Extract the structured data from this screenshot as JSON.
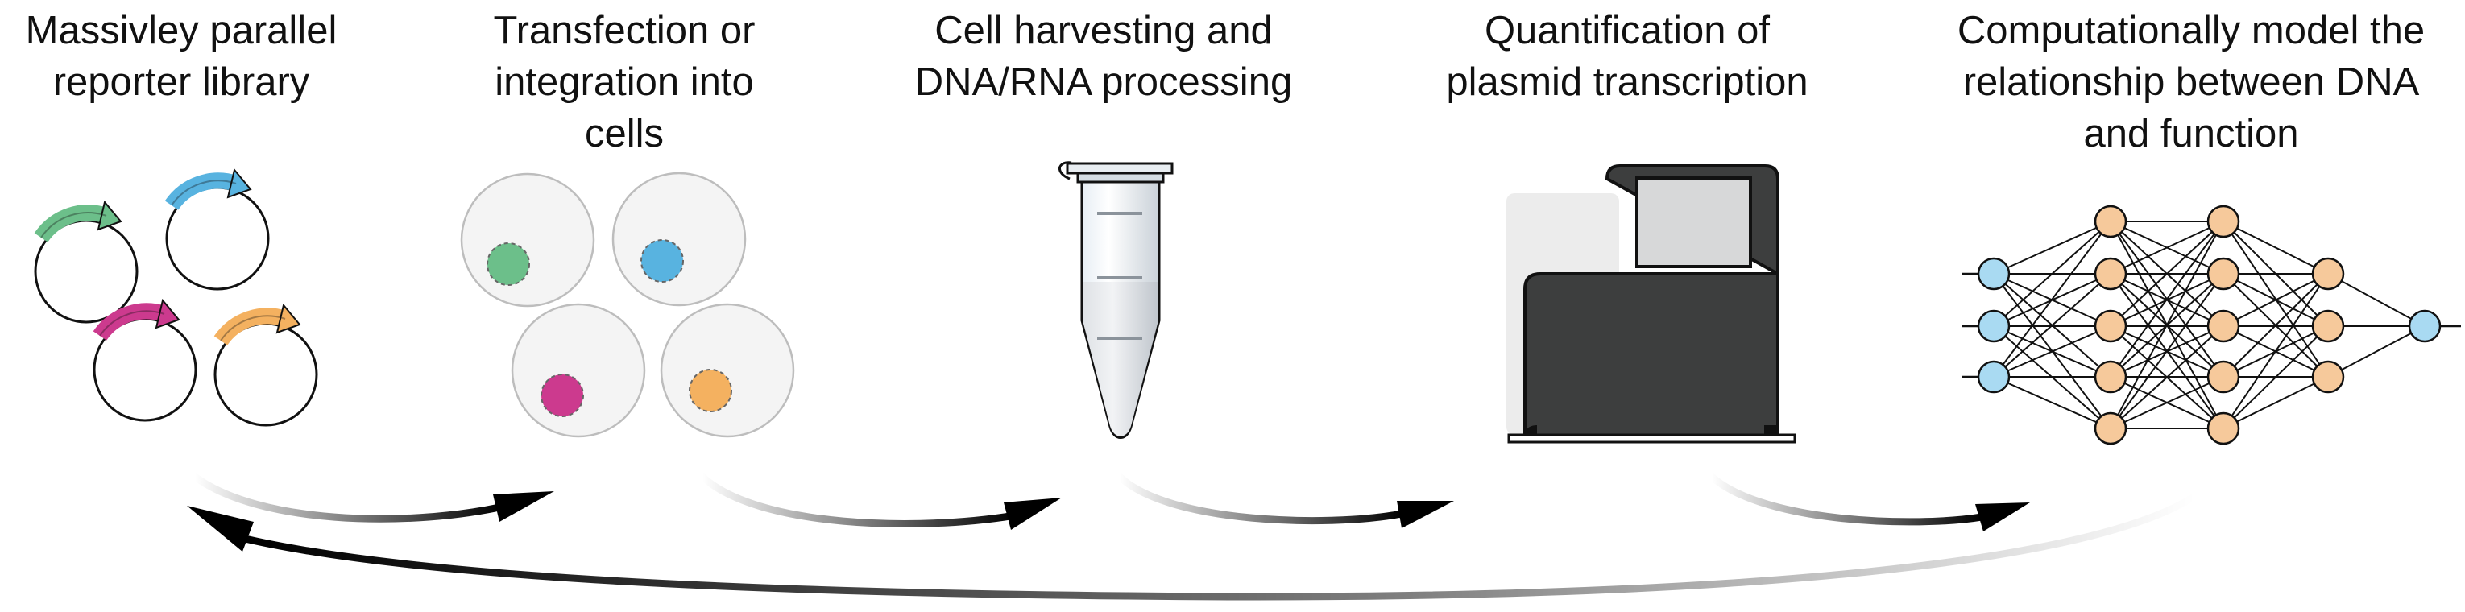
{
  "steps": [
    {
      "lines": [
        "Massivley parallel",
        "reporter library"
      ]
    },
    {
      "lines": [
        "Transfection or",
        "integration into",
        "cells"
      ]
    },
    {
      "lines": [
        "Cell harvesting and",
        "DNA/RNA processing"
      ]
    },
    {
      "lines": [
        "Quantification of",
        "plasmid transcription"
      ]
    },
    {
      "lines": [
        "Computationally model the",
        "relationship between DNA",
        "and function"
      ]
    }
  ],
  "colors": {
    "green": "#6cbf8a",
    "blue": "#58b3e0",
    "magenta": "#cc3a8e",
    "orange": "#f4b160",
    "cell_fill": "#f4f4f4",
    "cell_stroke": "#bdbdbd",
    "sequencer": "#3d3e3e",
    "screen": "#d7d8d9",
    "node_input": "#a9daf2",
    "node_hidden": "#f6c99b"
  },
  "icons": [
    "plasmid-icon",
    "cell-icon",
    "microtube-icon",
    "sequencer-icon",
    "neural-network-icon",
    "curved-arrow-icon"
  ]
}
